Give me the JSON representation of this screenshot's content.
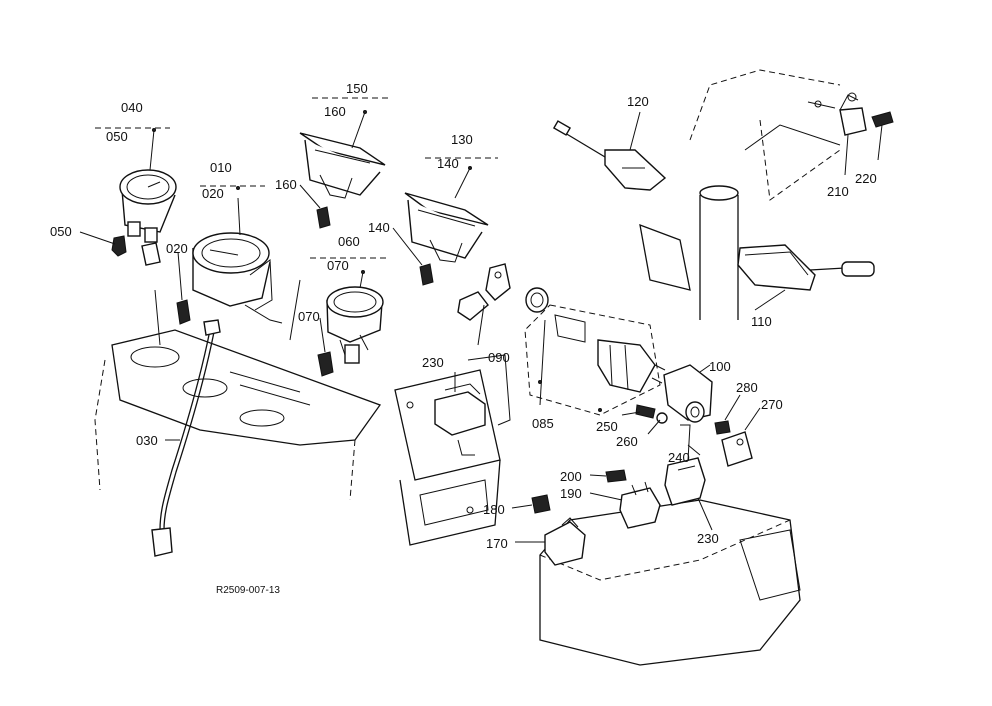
{
  "figure_id": "R2509-007-13",
  "labels": {
    "l040": "040",
    "l050a": "050",
    "l050b": "050",
    "l010": "010",
    "l020a": "020",
    "l020b": "020",
    "l150": "150",
    "l160a": "160",
    "l160b": "160",
    "l130": "130",
    "l140a": "140",
    "l140b": "140",
    "l060": "060",
    "l070a": "070",
    "l070b": "070",
    "l120": "120",
    "l210": "210",
    "l220": "220",
    "l110": "110",
    "l090": "090",
    "l230a": "230",
    "l230b": "230",
    "l100": "100",
    "l280": "280",
    "l270": "270",
    "l250": "250",
    "l260": "260",
    "l085": "085",
    "l240": "240",
    "l030": "030",
    "l200": "200",
    "l190": "190",
    "l180": "180",
    "l170": "170"
  }
}
